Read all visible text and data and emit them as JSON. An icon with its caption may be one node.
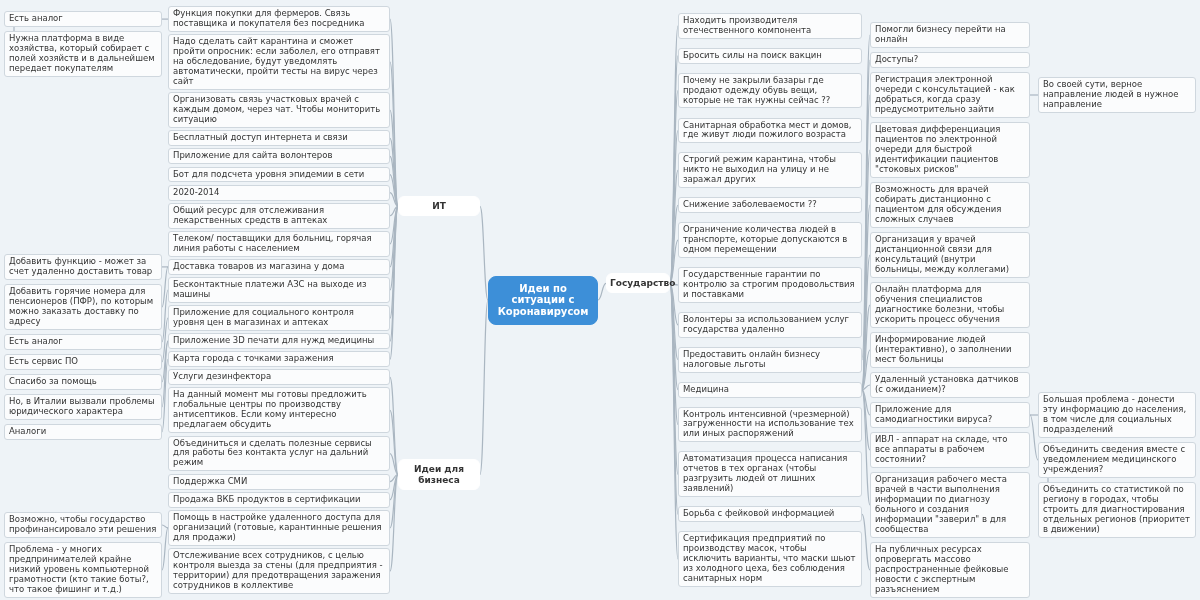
{
  "diagram": {
    "nodes": [
      {
        "text": [
          "Идеи по ситуации с Коронавирусом"
        ]
      },
      {
        "text": [
          "ИТ"
        ]
      },
      {
        "text": [
          "Функция покупки для фермеров. Связь поставщика и покупателя без посредника"
        ]
      },
      {
        "text": [
          "Есть аналог"
        ]
      },
      {
        "text": [
          "Нужна платформа в виде хозяйства, который собирает с полей хозяйств и в дальнейшем передает покупателям"
        ]
      },
      {
        "text": [
          "Надо сделать сайт карантина и сможет пройти опросник: если заболел, его отправят на обследование, будут уведомлять автоматически, пройти тесты на вирус через сайт"
        ]
      },
      {
        "text": [
          "Организовать связь участковых врачей с каждым домом, через чат. Чтобы мониторить ситуацию"
        ]
      },
      {
        "text": [
          "Бесплатный доступ интернета и связи"
        ]
      },
      {
        "text": [
          "Приложение для сайта волонтеров"
        ]
      },
      {
        "text": [
          "Бот для подсчета уровня эпидемии в сети"
        ]
      },
      {
        "text": [
          "2020-2014"
        ]
      },
      {
        "text": [
          "Общий ресурс для отслеживания лекарственных средств в аптеках"
        ]
      },
      {
        "text": [
          "Телеком/ поставщики для больниц, горячая линия работы с населением"
        ]
      },
      {
        "text": [
          "Доставка товаров из магазина у дома"
        ]
      },
      {
        "text": [
          "Добавить функцию - может за счет удаленно доставить товар"
        ]
      },
      {
        "text": [
          "Добавить горячие номера для пенсионеров (ПФР), по которым можно заказать доставку по адресу"
        ]
      },
      {
        "text": [
          "Бесконтактные платежи АЗС на выходе из машины"
        ]
      },
      {
        "text": [
          "Есть аналог"
        ]
      },
      {
        "text": [
          "Приложение для социального контроля уровня цен в магазинах и аптеках"
        ]
      },
      {
        "text": [
          "Есть сервис ПО"
        ]
      },
      {
        "text": [
          "Приложение 3D печати для нужд медицины"
        ]
      },
      {
        "text": [
          "Спасибо за помощь"
        ]
      },
      {
        "text": [
          "Но, в Италии вызвали проблемы юридического характера"
        ]
      },
      {
        "text": [
          "Карта города с точками заражения"
        ]
      },
      {
        "text": [
          "Аналоги"
        ]
      },
      {
        "text": [
          "Государство"
        ]
      },
      {
        "text": [
          "Находить производителя отечественного компонента"
        ]
      },
      {
        "text": [
          "Бросить силы на поиск вакцин"
        ]
      },
      {
        "text": [
          "Почему не закрыли базары где продают одежду обувь вещи, которые не так нужны сейчас ??"
        ]
      },
      {
        "text": [
          "Санитарная обработка мест и домов, где живут люди пожилого возраста"
        ]
      },
      {
        "text": [
          "Строгий режим карантина, чтобы никто не выходил на улицу и не заражал других"
        ]
      },
      {
        "text": [
          "Снижение заболеваемости ??"
        ]
      },
      {
        "text": [
          "Ограничение количества людей в транспорте, которые допускаются в одном перемещении"
        ]
      },
      {
        "text": [
          "Государственные гарантии по контролю за строгим продовольствия и поставками"
        ]
      },
      {
        "text": [
          "Волонтеры за использованием услуг государства удаленно"
        ]
      },
      {
        "text": [
          "Предоставить онлайн бизнесу налоговые льготы"
        ]
      },
      {
        "text": [
          "Помогли бизнесу перейти на онлайн"
        ]
      },
      {
        "text": [
          "Медицина"
        ]
      },
      {
        "text": [
          "Доступы?"
        ]
      },
      {
        "text": [
          "Регистрация электронной очереди с консультацией - как добраться, когда сразу предусмотрительно зайти"
        ]
      },
      {
        "text": [
          "Во своей сути, верное направление людей в нужное направление"
        ]
      },
      {
        "text": [
          "Цветовая дифференциация пациентов по электронной очереди для быстрой идентификации пациентов \"стоковых рисков\""
        ]
      },
      {
        "text": [
          "Возможность для врачей собирать дистанционно с пациентом для обсуждения сложных случаев"
        ]
      },
      {
        "text": [
          "Организация у врачей дистанционной связи для консультаций (внутри больницы, между коллегами)"
        ]
      },
      {
        "text": [
          "Онлайн платформа для обучения специалистов диагностике болезни, чтобы ускорить процесс обучения"
        ]
      },
      {
        "text": [
          "Информирование людей (интерактивно), о заполнении мест больницы"
        ]
      },
      {
        "text": [
          "Удаленный установка датчиков (с ожиданием)?"
        ]
      },
      {
        "text": [
          "Приложение для самодиагностики вируса?"
        ]
      },
      {
        "text": [
          "Большая проблема - донести эту информацию до населения, в том числе для социальных подразделений"
        ]
      },
      {
        "text": [
          "Объединить сведения вместе с уведомлением медицинского учреждения?"
        ]
      },
      {
        "text": [
          "Объединить со статистикой по региону в городах, чтобы строить для диагностирования отдельных регионов (приоритет в движении)"
        ]
      },
      {
        "text": [
          "ИВЛ - аппарат на складе, что все аппараты в рабочем состоянии?"
        ]
      },
      {
        "text": [
          "Организация рабочего места врачей в части выполнения информации по диагнозу больного и создания информации \"заверил\" в для сообщества"
        ]
      },
      {
        "text": [
          "Контроль интенсивной (чрезмерной) загруженности на использование тех или иных распоряжений"
        ]
      },
      {
        "text": [
          "Автоматизация процесса написания отчетов в тех органах (чтобы разгрузить людей от лишних заявлений)"
        ]
      },
      {
        "text": [
          "Борьба с фейковой информацией"
        ]
      },
      {
        "text": [
          "На публичных ресурсах опровергать массово распространенные фейковые новости с экспертным разъяснением"
        ]
      },
      {
        "text": [
          "Сертификация предприятий по производству масок, чтобы исключить варианты, что маски шьют из холодного цеха, без соблюдения санитарных норм"
        ]
      },
      {
        "text": [
          "Идеи для бизнеса"
        ]
      },
      {
        "text": [
          "Услуги дезинфектора"
        ]
      },
      {
        "text": [
          "На данный момент мы готовы предложить глобальные центры по производству антисептиков. Если кому интересно предлагаем обсудить"
        ]
      },
      {
        "text": [
          "Объединиться и сделать полезные сервисы для работы без контакта услуг на дальний режим"
        ]
      },
      {
        "text": [
          "Поддержка СМИ"
        ]
      },
      {
        "text": [
          "Продажа ВКБ продуктов в сертификации"
        ]
      },
      {
        "text": [
          "Помощь в настройке удаленного доступа для организаций (готовые, карантинные решения для продажи)"
        ]
      },
      {
        "text": [
          "Возможно, чтобы государство профинансировало эти решения"
        ]
      },
      {
        "text": [
          "Проблема - у многих предпринимателей крайне низкий уровень компьютерной грамотности (кто такие боты?, что такое фишинг и т.д.)"
        ]
      },
      {
        "text": [
          "Отслеживание всех сотрудников, с целью контроля выезда за стены (для предприятия - территории) для предотвращения заражения сотрудников в коллективе"
        ]
      }
    ],
    "edges": [
      {
        "from": 0,
        "to": 1,
        "arrow": "none"
      },
      {
        "from": 1,
        "to": 2,
        "arrow": "none"
      },
      {
        "from": 2,
        "to": 3,
        "arrow": "none"
      },
      {
        "from": 3,
        "to": 4,
        "arrow": "none"
      },
      {
        "from": 1,
        "to": 5,
        "arrow": "none"
      },
      {
        "from": 1,
        "to": 6,
        "arrow": "none"
      },
      {
        "from": 1,
        "to": 7,
        "arrow": "none"
      },
      {
        "from": 1,
        "to": 8,
        "arrow": "none"
      },
      {
        "from": 1,
        "to": 9,
        "arrow": "none"
      },
      {
        "from": 1,
        "to": 10,
        "arrow": "none"
      },
      {
        "from": 1,
        "to": 11,
        "arrow": "none"
      },
      {
        "from": 1,
        "to": 12,
        "arrow": "none"
      },
      {
        "from": 1,
        "to": 13,
        "arrow": "none"
      },
      {
        "from": 13,
        "to": 14,
        "arrow": "none"
      },
      {
        "from": 13,
        "to": 15,
        "arrow": "none"
      },
      {
        "from": 1,
        "to": 16,
        "arrow": "none"
      },
      {
        "from": 16,
        "to": 17,
        "arrow": "none"
      },
      {
        "from": 1,
        "to": 18,
        "arrow": "none"
      },
      {
        "from": 18,
        "to": 19,
        "arrow": "none"
      },
      {
        "from": 1,
        "to": 20,
        "arrow": "none"
      },
      {
        "from": 20,
        "to": 21,
        "arrow": "none"
      },
      {
        "from": 20,
        "to": 22,
        "arrow": "none"
      },
      {
        "from": 1,
        "to": 23,
        "arrow": "none"
      },
      {
        "from": 23,
        "to": 24,
        "arrow": "none"
      },
      {
        "from": 0,
        "to": 25,
        "arrow": "none"
      },
      {
        "from": 25,
        "to": 26,
        "arrow": "none"
      },
      {
        "from": 25,
        "to": 27,
        "arrow": "none"
      },
      {
        "from": 25,
        "to": 28,
        "arrow": "none"
      },
      {
        "from": 25,
        "to": 29,
        "arrow": "none"
      },
      {
        "from": 25,
        "to": 30,
        "arrow": "none"
      },
      {
        "from": 25,
        "to": 31,
        "arrow": "none"
      },
      {
        "from": 25,
        "to": 32,
        "arrow": "none"
      },
      {
        "from": 25,
        "to": 33,
        "arrow": "none"
      },
      {
        "from": 25,
        "to": 34,
        "arrow": "none"
      },
      {
        "from": 25,
        "to": 35,
        "arrow": "none"
      },
      {
        "from": 35,
        "to": 36,
        "arrow": "none"
      },
      {
        "from": 25,
        "to": 37,
        "arrow": "none"
      },
      {
        "from": 37,
        "to": 38,
        "arrow": "none"
      },
      {
        "from": 37,
        "to": 39,
        "arrow": "none"
      },
      {
        "from": 39,
        "to": 40,
        "arrow": "none"
      },
      {
        "from": 37,
        "to": 41,
        "arrow": "none"
      },
      {
        "from": 37,
        "to": 42,
        "arrow": "none"
      },
      {
        "from": 37,
        "to": 43,
        "arrow": "none"
      },
      {
        "from": 37,
        "to": 44,
        "arrow": "none"
      },
      {
        "from": 37,
        "to": 45,
        "arrow": "none"
      },
      {
        "from": 37,
        "to": 46,
        "arrow": "none"
      },
      {
        "from": 37,
        "to": 47,
        "arrow": "none"
      },
      {
        "from": 47,
        "to": 48,
        "arrow": "none"
      },
      {
        "from": 47,
        "to": 49,
        "arrow": "none"
      },
      {
        "from": 49,
        "to": 50,
        "arrow": "none"
      },
      {
        "from": 37,
        "to": 51,
        "arrow": "none"
      },
      {
        "from": 37,
        "to": 52,
        "arrow": "none"
      },
      {
        "from": 25,
        "to": 53,
        "arrow": "none"
      },
      {
        "from": 25,
        "to": 54,
        "arrow": "none"
      },
      {
        "from": 25,
        "to": 55,
        "arrow": "none"
      },
      {
        "from": 55,
        "to": 56,
        "arrow": "none"
      },
      {
        "from": 25,
        "to": 57,
        "arrow": "none"
      },
      {
        "from": 0,
        "to": 58,
        "arrow": "none"
      },
      {
        "from": 58,
        "to": 59,
        "arrow": "none"
      },
      {
        "from": 58,
        "to": 60,
        "arrow": "none"
      },
      {
        "from": 58,
        "to": 61,
        "arrow": "none"
      },
      {
        "from": 58,
        "to": 62,
        "arrow": "none"
      },
      {
        "from": 58,
        "to": 63,
        "arrow": "none"
      },
      {
        "from": 58,
        "to": 64,
        "arrow": "none"
      },
      {
        "from": 64,
        "to": 65,
        "arrow": "none"
      },
      {
        "from": 64,
        "to": 66,
        "arrow": "none"
      },
      {
        "from": 58,
        "to": 67,
        "arrow": "none"
      }
    ]
  }
}
